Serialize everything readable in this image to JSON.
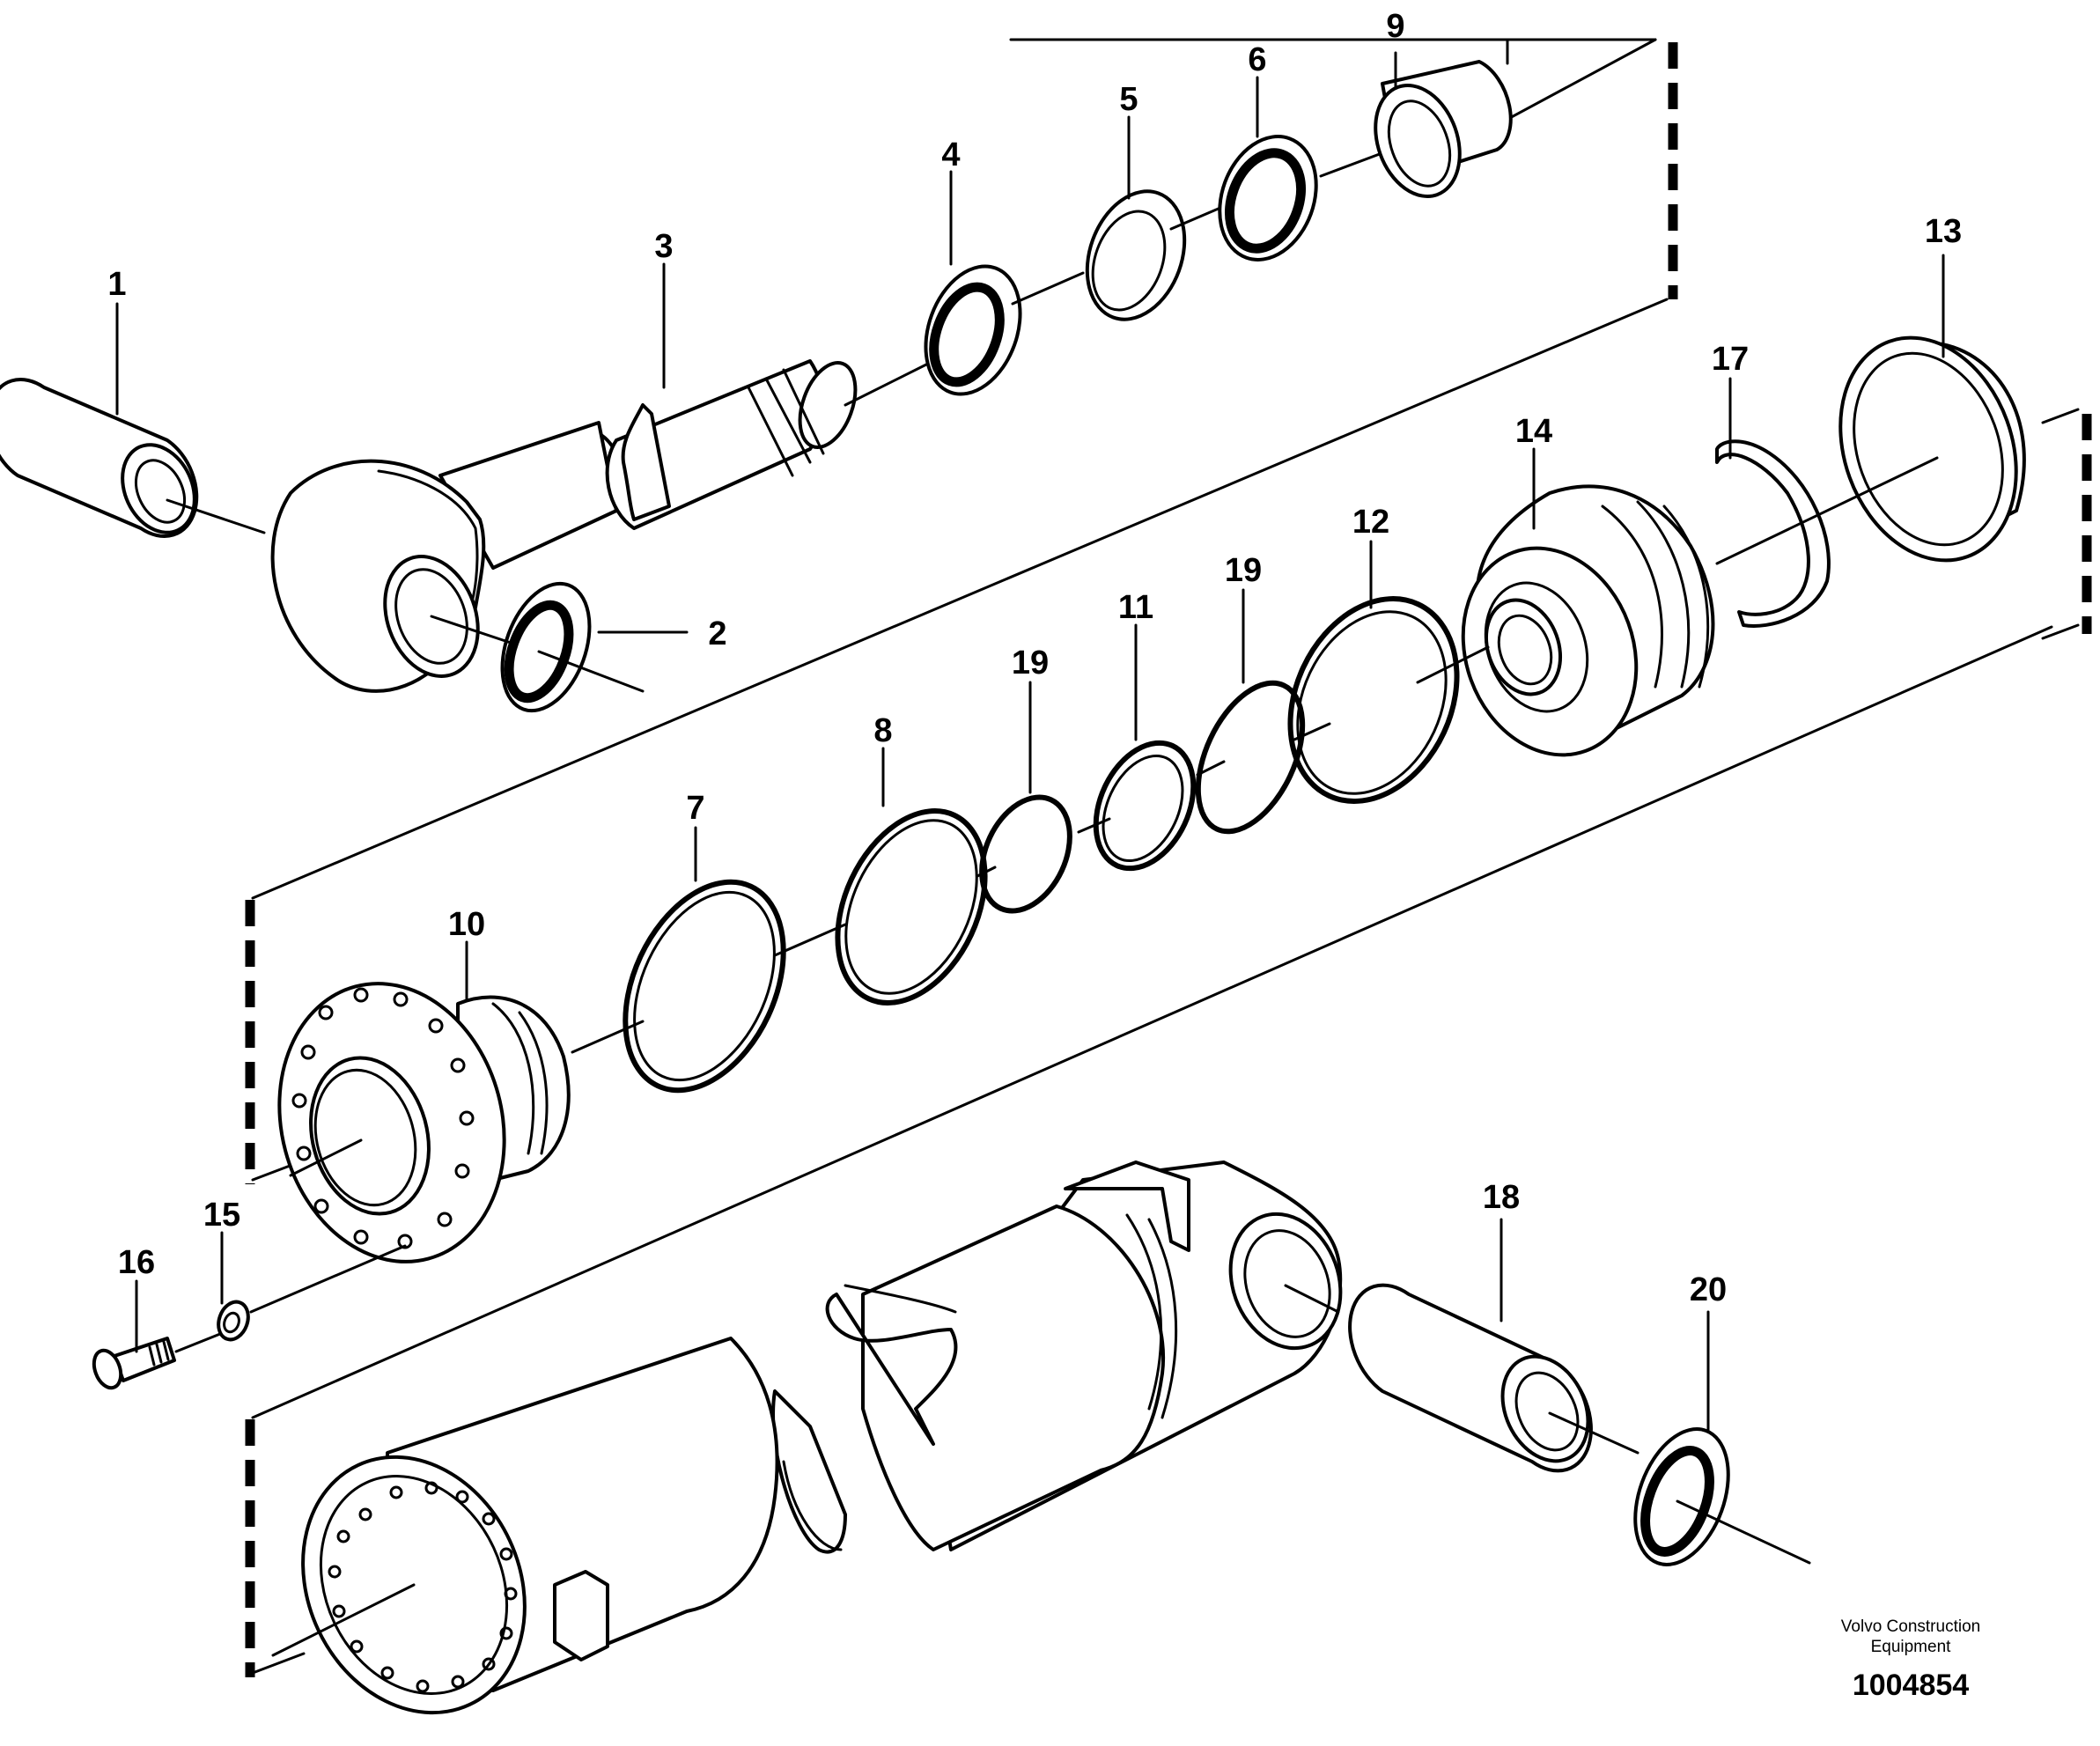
{
  "diagram": {
    "labels": {
      "p1": "1",
      "p2": "2",
      "p3": "3",
      "p4": "4",
      "p5": "5",
      "p6": "6",
      "p7": "7",
      "p8": "8",
      "p9": "9",
      "p10": "10",
      "p11": "11",
      "p12": "12",
      "p13": "13",
      "p14": "14",
      "p15": "15",
      "p16": "16",
      "p17": "17",
      "p18": "18",
      "p19a": "19",
      "p19b": "19",
      "p20": "20"
    },
    "company_line1": "Volvo Construction",
    "company_line2": "Equipment",
    "document_number": "1004854"
  }
}
